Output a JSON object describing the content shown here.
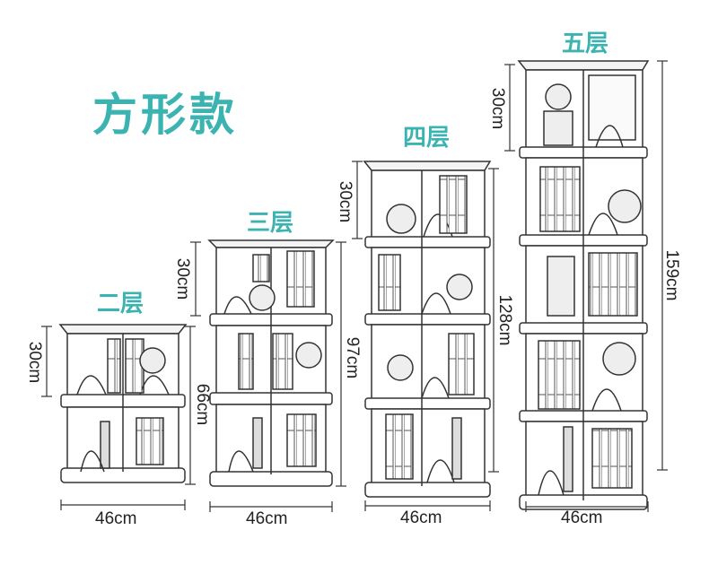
{
  "title": "方形款",
  "models": [
    {
      "label": "二层",
      "shelf_height": "30cm",
      "total_height": "66cm",
      "width": "46cm"
    },
    {
      "label": "三层",
      "shelf_height": "30cm",
      "total_height": "97cm",
      "width": "46cm"
    },
    {
      "label": "四层",
      "shelf_height": "30cm",
      "total_height": "128cm",
      "width": "46cm"
    },
    {
      "label": "五层",
      "shelf_height": "30cm",
      "total_height": "159cm",
      "width": "46cm"
    }
  ],
  "colors": {
    "accent": "#3bb3b0",
    "line": "#333333"
  }
}
